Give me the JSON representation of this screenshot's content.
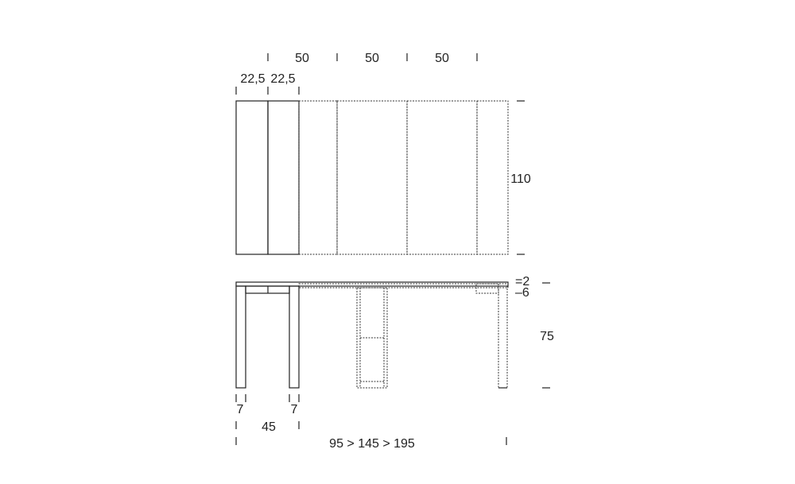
{
  "top_view": {
    "extension_widths": [
      "50",
      "50",
      "50"
    ],
    "leaf_widths": [
      "22,5",
      "22,5"
    ],
    "depth": "110"
  },
  "side_view": {
    "top_thickness": "=2",
    "apron_height": "–6",
    "height": "75",
    "leg_widths": [
      "7",
      "7"
    ],
    "closed_depth": "45",
    "length_range": "95 > 145 > 195"
  }
}
